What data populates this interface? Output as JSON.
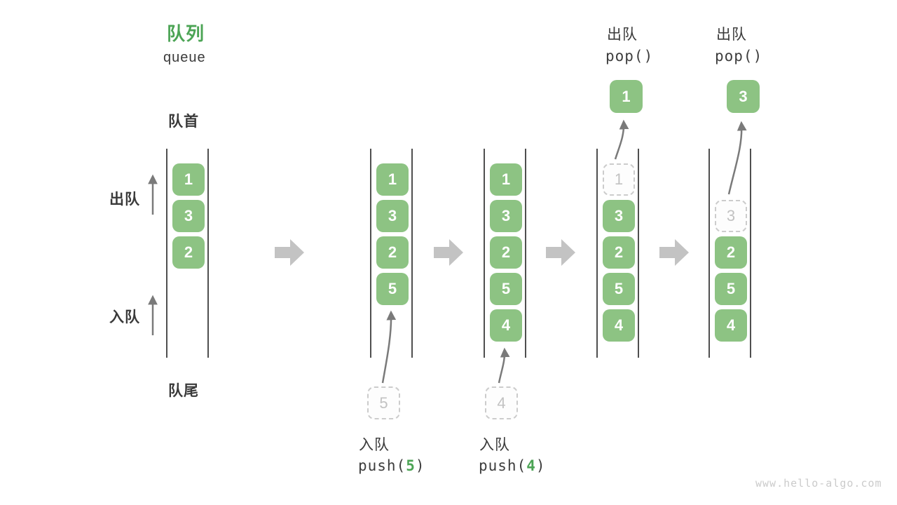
{
  "title": {
    "zh": "队列",
    "en": "queue"
  },
  "labels": {
    "front": "队首",
    "rear": "队尾",
    "dequeue_side": "出队",
    "enqueue_side": "入队"
  },
  "columns": [
    {
      "cells": [
        "1",
        "3",
        "2"
      ]
    },
    {
      "cells": [
        "1",
        "3",
        "2",
        "5"
      ]
    },
    {
      "cells": [
        "1",
        "3",
        "2",
        "5",
        "4"
      ]
    },
    {
      "ghost": "1",
      "cells": [
        "3",
        "2",
        "5",
        "4"
      ]
    },
    {
      "ghost": "3",
      "cells": [
        "2",
        "5",
        "4"
      ]
    }
  ],
  "operations": {
    "push5": {
      "label": "入队",
      "code_pre": "push(",
      "arg": "5",
      "code_post": ")",
      "staged_value": "5"
    },
    "push4": {
      "label": "入队",
      "code_pre": "push(",
      "arg": "4",
      "code_post": ")",
      "staged_value": "4"
    },
    "pop1": {
      "label": "出队",
      "code": "pop()",
      "popped_value": "1"
    },
    "pop3": {
      "label": "出队",
      "code": "pop()",
      "popped_value": "3"
    }
  },
  "watermark": "www.hello-algo.com",
  "colors": {
    "box_green": "#8dc383",
    "accent_green": "#4ca455",
    "container_line": "#4f4f4f",
    "thin_arrow": "#7a7a7a",
    "block_arrow": "#c3c3c3",
    "ghost_border": "#cccccc",
    "ghost_text": "#c2c2c2",
    "text_dark": "#3a3a3a",
    "watermark_gray": "#cbcbcb"
  }
}
